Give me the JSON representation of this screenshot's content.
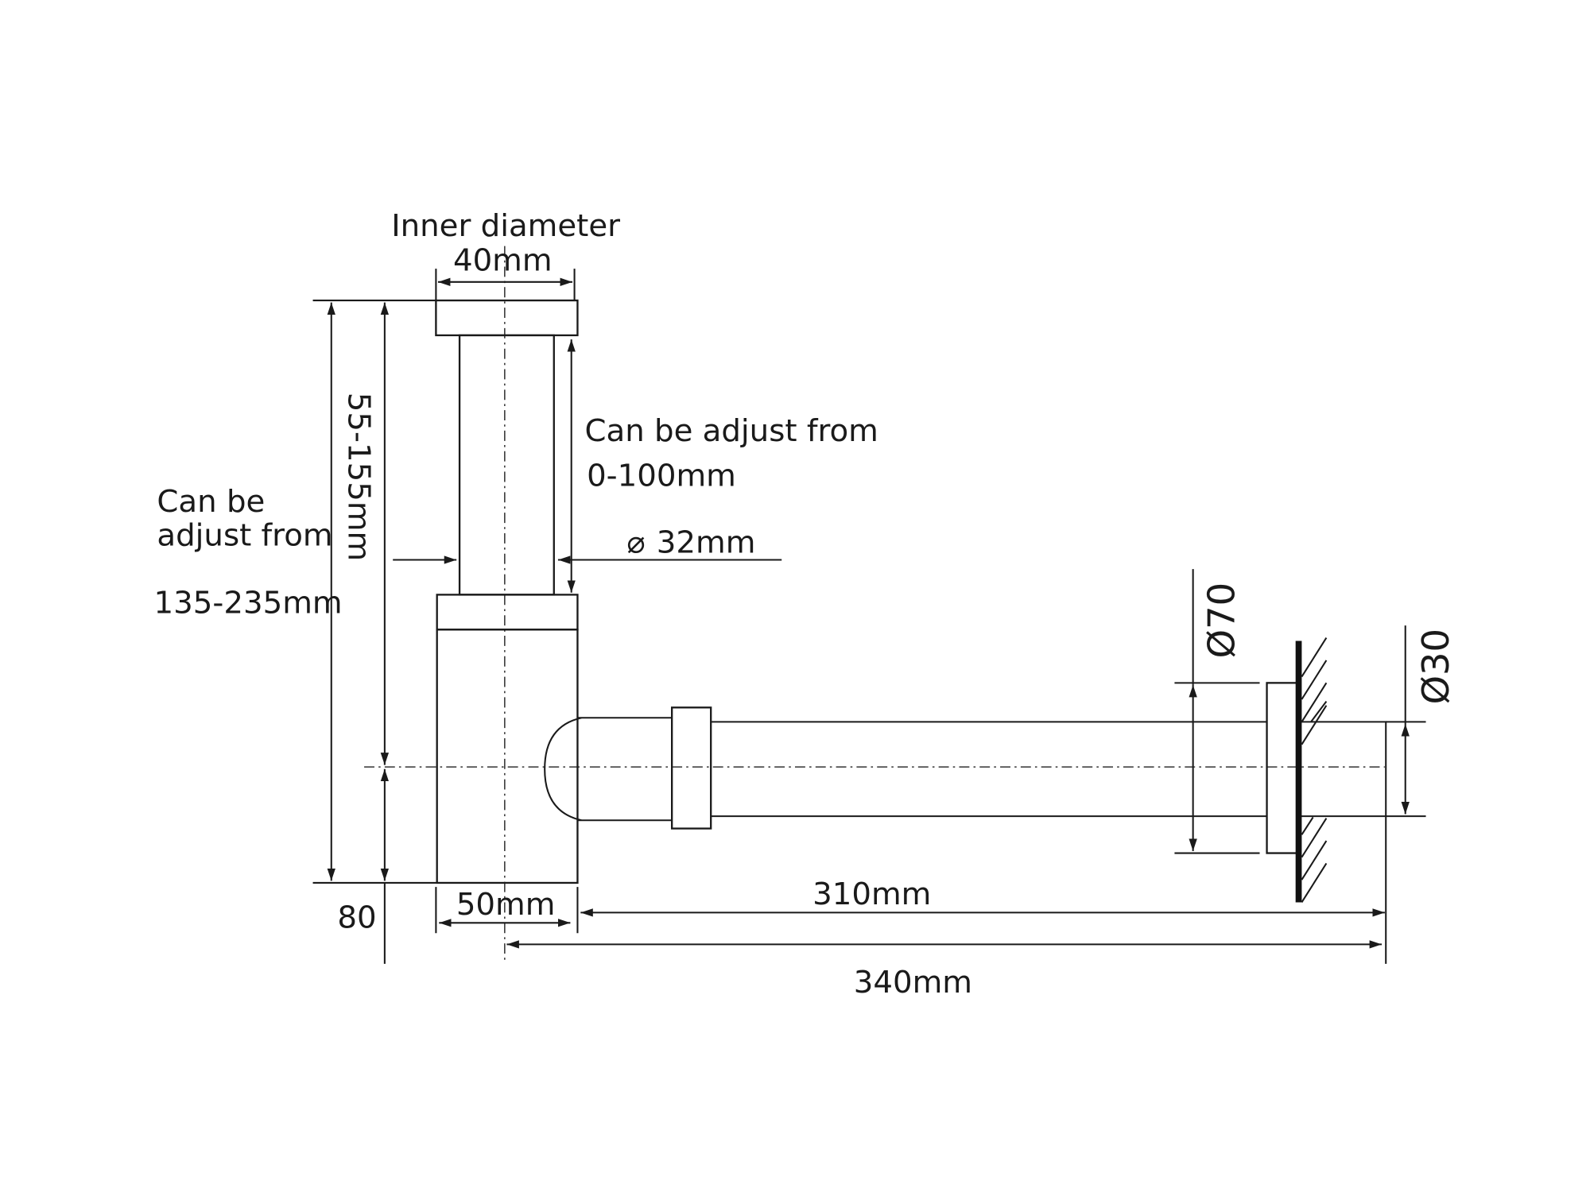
{
  "diagram": {
    "top": {
      "label": "Inner diameter",
      "value": "40mm"
    },
    "upper_adjust": {
      "line1": "Can be adjust from",
      "line2": "0-100mm"
    },
    "tube_diameter": {
      "symbol": "⌀",
      "value": "32mm"
    },
    "total_height": {
      "line1": "Can be",
      "line2": "adjust from",
      "line3": "135-235mm"
    },
    "height_to_centre": "55-155mm",
    "bottom_offset": "80",
    "body_width": "50mm",
    "wall_to_body": "310mm",
    "total_length": "340mm",
    "flange_diameter": "Ø70",
    "outlet_diameter": "Ø30"
  }
}
